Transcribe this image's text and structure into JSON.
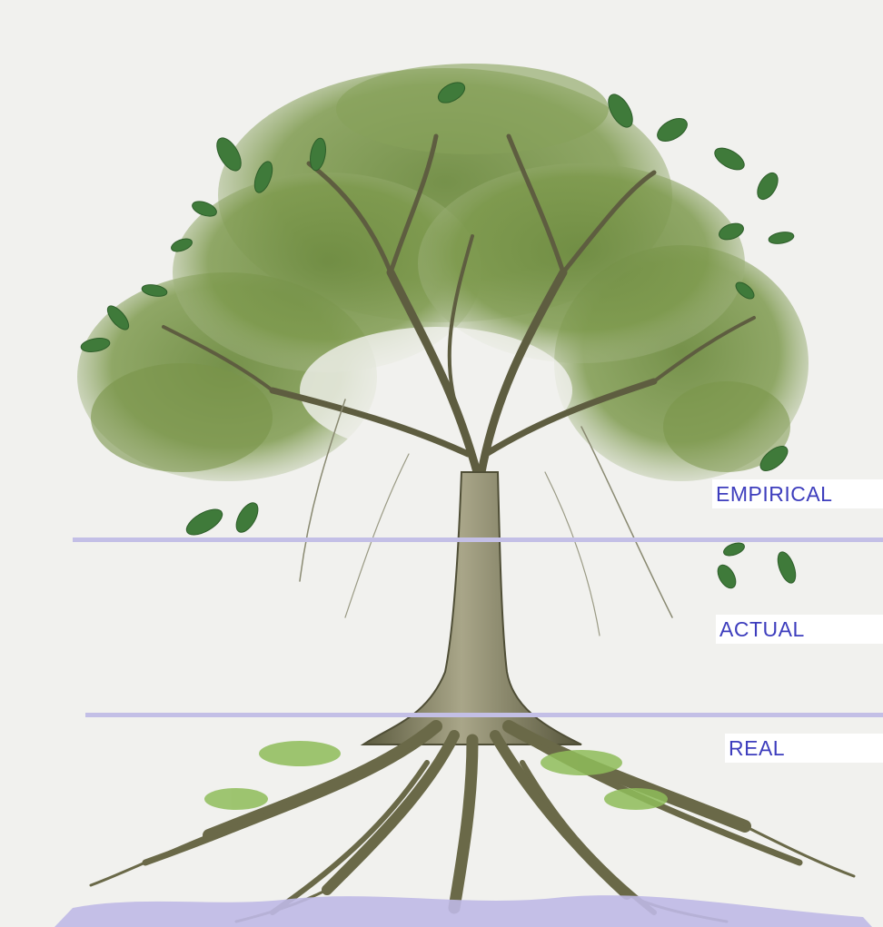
{
  "layers": [
    {
      "label": "EMPIRICAL"
    },
    {
      "label": "ACTUAL"
    },
    {
      "label": "REAL"
    }
  ],
  "colors": {
    "background": "#f1f1ee",
    "foliage": "#6f8c42",
    "foliage_dark": "#4b6a2a",
    "leaf": "#3f7a3a",
    "trunk": "#6d6c4c",
    "bark_light": "#a9a689",
    "root": "#6a6948",
    "soil": "#bfb9e6",
    "line": "#c3bfe6",
    "label_text": "#3d3dbd"
  }
}
